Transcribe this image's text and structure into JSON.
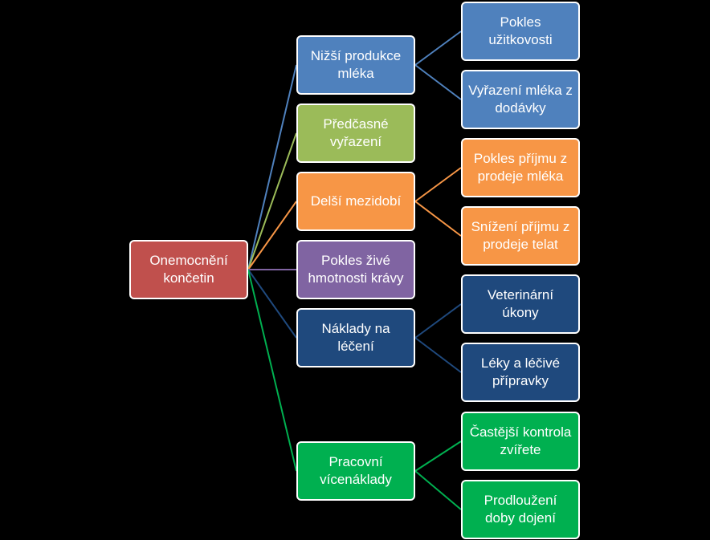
{
  "diagram": {
    "root": {
      "label": "Onemocnění\nkončetin",
      "color": "#c0504d"
    },
    "branches": [
      {
        "label": "Nižší produkce\nmléka",
        "color": "#4f81bd",
        "children": [
          "Pokles\nužitkovosti",
          "Vyřazení mléka z\ndodávky"
        ]
      },
      {
        "label": "Předčasné\nvyřazení",
        "color": "#9bbb59",
        "children": []
      },
      {
        "label": "Delší mezidobí",
        "color": "#f79646",
        "children": [
          "Pokles příjmu z\nprodeje mléka",
          "Snížení příjmu z\nprodeje telat"
        ]
      },
      {
        "label": "Pokles živé\nhmotnosti krávy",
        "color": "#8064a2",
        "children": []
      },
      {
        "label": "Náklady na\nléčení",
        "color": "#1f497d",
        "children": [
          "Veterinární\núkony",
          "Léky a léčivé\npřípravky"
        ]
      },
      {
        "label": "Pracovní\nvícenáklady",
        "color": "#00b050",
        "children": [
          "Častější kontrola\nzvířete",
          "Prodloužení\ndoby dojení"
        ]
      }
    ]
  }
}
